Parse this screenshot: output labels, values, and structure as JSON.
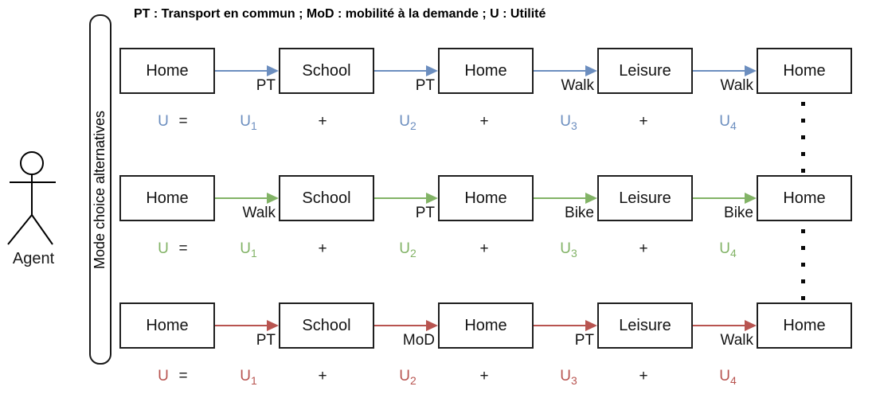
{
  "legend": "PT : Transport en commun ; MoD : mobilité à la demande ; U : Utilité",
  "agent_label": "Agent",
  "mode_bar_label": "Mode choice alternatives",
  "activities": [
    "Home",
    "School",
    "Home",
    "Leisure",
    "Home"
  ],
  "alternatives": [
    {
      "color": "#6c8ebf",
      "modes": [
        "PT",
        "PT",
        "Walk",
        "Walk"
      ]
    },
    {
      "color": "#82b366",
      "modes": [
        "Walk",
        "PT",
        "Bike",
        "Bike"
      ]
    },
    {
      "color": "#b85450",
      "modes": [
        "PT",
        "MoD",
        "PT",
        "Walk"
      ]
    }
  ],
  "equation": {
    "tokens": [
      {
        "text": "U",
        "sub": "",
        "colored": true
      },
      {
        "text": "=",
        "sub": "",
        "colored": false
      },
      {
        "text": "U",
        "sub": "1",
        "colored": true
      },
      {
        "text": "+",
        "sub": "",
        "colored": false
      },
      {
        "text": "U",
        "sub": "2",
        "colored": true
      },
      {
        "text": "+",
        "sub": "",
        "colored": false
      },
      {
        "text": "U",
        "sub": "3",
        "colored": true
      },
      {
        "text": "+",
        "sub": "",
        "colored": false
      },
      {
        "text": "U",
        "sub": "4",
        "colored": true
      }
    ]
  }
}
